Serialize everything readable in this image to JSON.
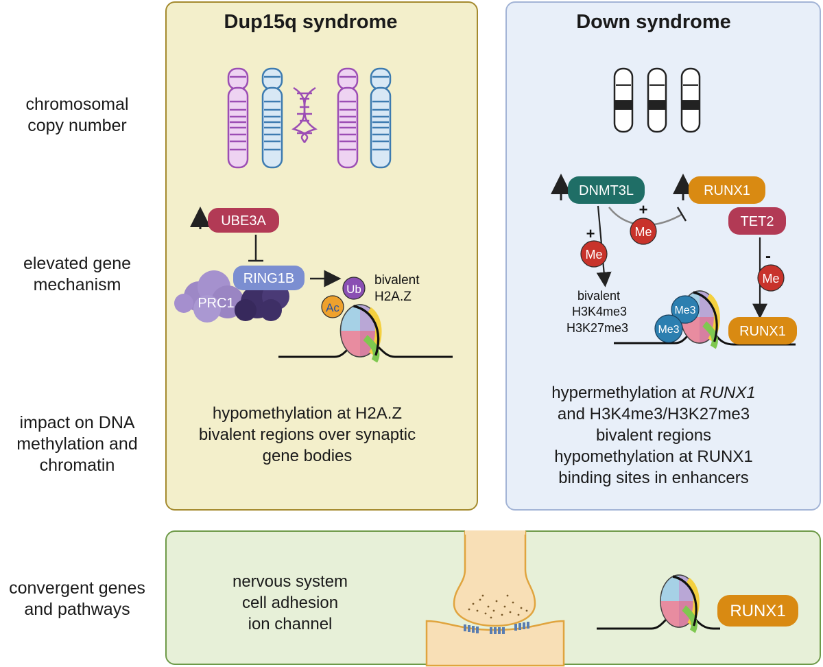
{
  "row_labels": {
    "chromosomal": [
      "chromosomal",
      "copy number"
    ],
    "mechanism": [
      "elevated gene",
      "mechanism"
    ],
    "impact": [
      "impact on DNA",
      "methylation and",
      "chromatin"
    ],
    "convergent": [
      "convergent genes",
      "and pathways"
    ]
  },
  "dup15q": {
    "title": "Dup15q syndrome",
    "ube3a": "UBE3A",
    "ring1b": "RING1B",
    "prc1": "PRC1",
    "ub": "Ub",
    "ac": "Ac",
    "bivalent": [
      "bivalent",
      "H2A.Z"
    ],
    "impact": [
      "hypomethylation at H2A.Z",
      "bivalent regions over synaptic",
      "gene bodies"
    ]
  },
  "down": {
    "title": "Down syndrome",
    "dnmt3l": "DNMT3L",
    "runx1_top": "RUNX1",
    "tet2": "TET2",
    "runx1_bottom": "RUNX1",
    "me": "Me",
    "me3": "Me3",
    "plus": "+",
    "minus": "-",
    "bivalent": [
      "bivalent",
      "H3K4me3",
      "H3K27me3"
    ],
    "impact": [
      {
        "pre": "hypermethylation at ",
        "em": "RUNX1"
      },
      {
        "pre": "and H3K4me3/H3K27me3",
        "em": ""
      },
      {
        "pre": "bivalent regions",
        "em": ""
      },
      {
        "pre": "hypomethylation at RUNX1",
        "em": ""
      },
      {
        "pre": "binding sites in enhancers",
        "em": ""
      }
    ]
  },
  "convergent": {
    "terms": [
      "nervous system",
      "cell adhesion",
      "ion channel"
    ],
    "runx1": "RUNX1"
  },
  "colors": {
    "dup_bg": "#f3efcb",
    "dup_border": "#a48a2e",
    "down_bg": "#e8eff9",
    "down_border": "#a3b4d6",
    "conv_bg": "#e7f0d8",
    "conv_border": "#6e9a48",
    "ube3a": "#b23a55",
    "ring1b": "#7b8ed1",
    "dnmt3l": "#1f6e66",
    "runx1": "#d98a12",
    "tet2": "#b23a55",
    "me": "#c8332b",
    "me3": "#2c7fb0"
  }
}
